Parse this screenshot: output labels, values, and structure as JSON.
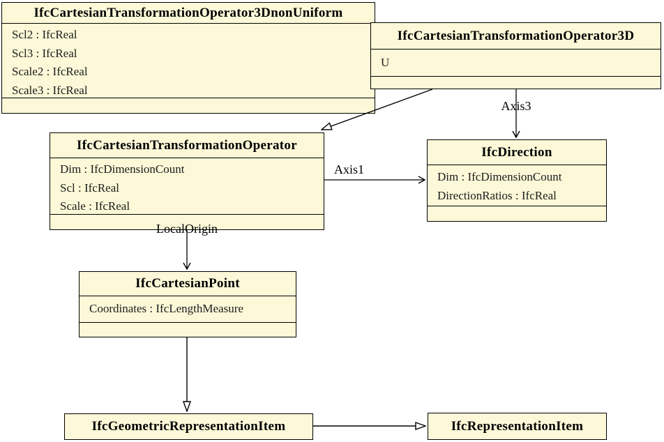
{
  "classes": [
    {
      "name": "IfcCartesianTransformationOperator3DnonUniform",
      "attributes": [
        "Scl2 : IfcReal",
        "Scl3 : IfcReal",
        "Scale2 : IfcReal",
        "Scale3 : IfcReal"
      ]
    },
    {
      "name": "IfcCartesianTransformationOperator3D",
      "attributes": [
        "U"
      ]
    },
    {
      "name": "IfcCartesianTransformationOperator",
      "attributes": [
        "Dim : IfcDimensionCount",
        "Scl : IfcReal",
        "Scale : IfcReal"
      ]
    },
    {
      "name": "IfcDirection",
      "attributes": [
        "Dim : IfcDimensionCount",
        "DirectionRatios : IfcReal"
      ]
    },
    {
      "name": "IfcCartesianPoint",
      "attributes": [
        "Coordinates : IfcLengthMeasure"
      ]
    },
    {
      "name": "IfcGeometricRepresentationItem",
      "attributes": []
    },
    {
      "name": "IfcRepresentationItem",
      "attributes": []
    }
  ],
  "edges": [
    {
      "type": "generalization",
      "from": "IfcCartesianTransformationOperator3D",
      "to": "IfcCartesianTransformationOperator",
      "label": ""
    },
    {
      "type": "association",
      "from": "IfcCartesianTransformationOperator3D",
      "to": "IfcDirection",
      "label": "Axis3"
    },
    {
      "type": "association",
      "from": "IfcCartesianTransformationOperator",
      "to": "IfcDirection",
      "label": "Axis1"
    },
    {
      "type": "association",
      "from": "IfcCartesianTransformationOperator",
      "to": "IfcCartesianPoint",
      "label": "LocalOrigin"
    },
    {
      "type": "generalization",
      "from": "IfcCartesianPoint",
      "to": "IfcGeometricRepresentationItem",
      "label": ""
    },
    {
      "type": "generalization",
      "from": "IfcGeometricRepresentationItem",
      "to": "IfcRepresentationItem",
      "label": ""
    }
  ],
  "colors": {
    "box_fill": "#FCF8D8",
    "box_border": "#000000",
    "background": "#FFFFFF",
    "attribute_text": "#1C1C1C"
  }
}
